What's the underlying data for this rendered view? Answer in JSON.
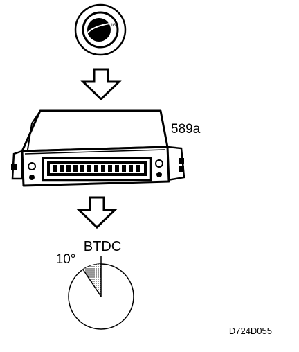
{
  "diagram": {
    "ignition_key_mark": "IG",
    "control_unit_label": "589a",
    "btdc_label": "BTDC",
    "advance_angle_label": "10°",
    "advance_angle_deg": 10,
    "figure_code": "D724D055"
  }
}
